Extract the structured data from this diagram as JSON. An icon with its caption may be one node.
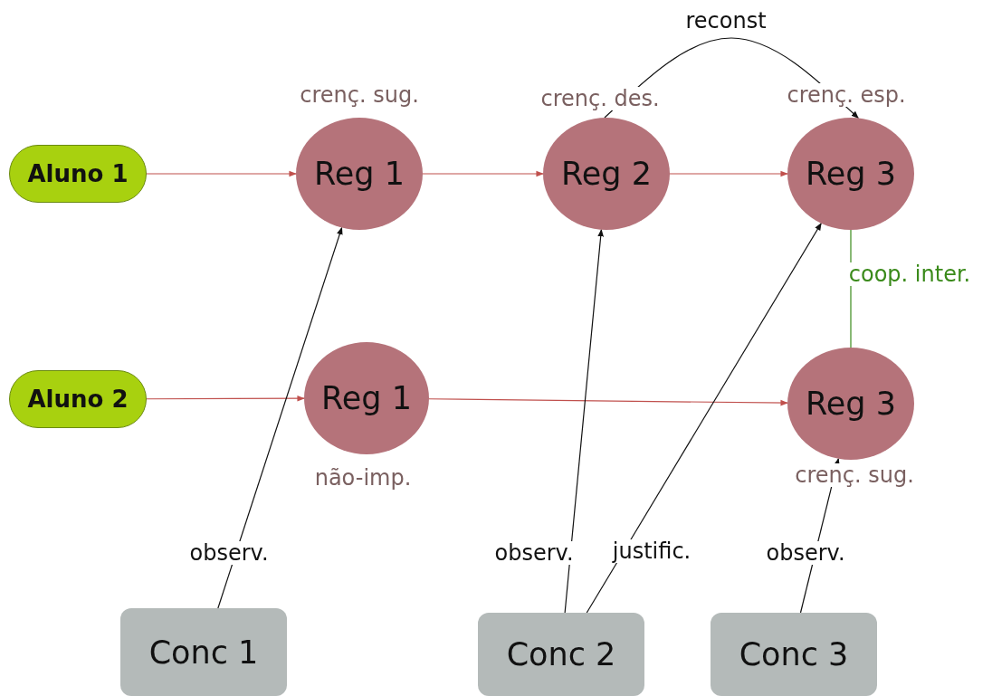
{
  "diagram": {
    "nodes": [
      {
        "text": [
          "Aluno 1"
        ]
      },
      {
        "text": [
          "Reg 1"
        ],
        "beside": [
          "crenç. sug."
        ]
      },
      {
        "text": [
          "Reg 2"
        ],
        "beside": [
          "crenç. des."
        ]
      },
      {
        "text": [
          "Reg 3"
        ],
        "beside": [
          "crenç. esp."
        ]
      },
      {
        "text": [
          "Aluno 2"
        ]
      },
      {
        "text": [
          "Reg 1"
        ],
        "beside": [
          "não-imp."
        ]
      },
      {
        "text": [
          "Reg 3"
        ],
        "beside": [
          "crenç. sug."
        ]
      },
      {
        "text": [
          "Conc 1"
        ]
      },
      {
        "text": [
          "Conc 2"
        ]
      },
      {
        "text": [
          "Conc 3"
        ]
      }
    ],
    "edges": [
      {
        "from": 0,
        "to": 1,
        "arrow": "to"
      },
      {
        "from": 1,
        "to": 2,
        "arrow": "to"
      },
      {
        "from": 2,
        "to": 3,
        "arrow": "to"
      },
      {
        "from": 2,
        "to": 3,
        "arrow": "to",
        "label": "reconst",
        "color": "#111111"
      },
      {
        "from": 3,
        "to": 6,
        "arrow": "none",
        "label": "coop. inter.",
        "color": "#3a8a1a"
      },
      {
        "from": 4,
        "to": 5,
        "arrow": "to"
      },
      {
        "from": 5,
        "to": 6,
        "arrow": "to"
      },
      {
        "from": 7,
        "to": 1,
        "arrow": "to",
        "label": "observ.",
        "color": "#111111"
      },
      {
        "from": 8,
        "to": 2,
        "arrow": "to",
        "label": "observ.",
        "color": "#111111"
      },
      {
        "from": 8,
        "to": 3,
        "arrow": "to",
        "label": "justific.",
        "color": "#111111"
      },
      {
        "from": 9,
        "to": 6,
        "arrow": "to",
        "label": "observ.",
        "color": "#111111"
      }
    ]
  }
}
